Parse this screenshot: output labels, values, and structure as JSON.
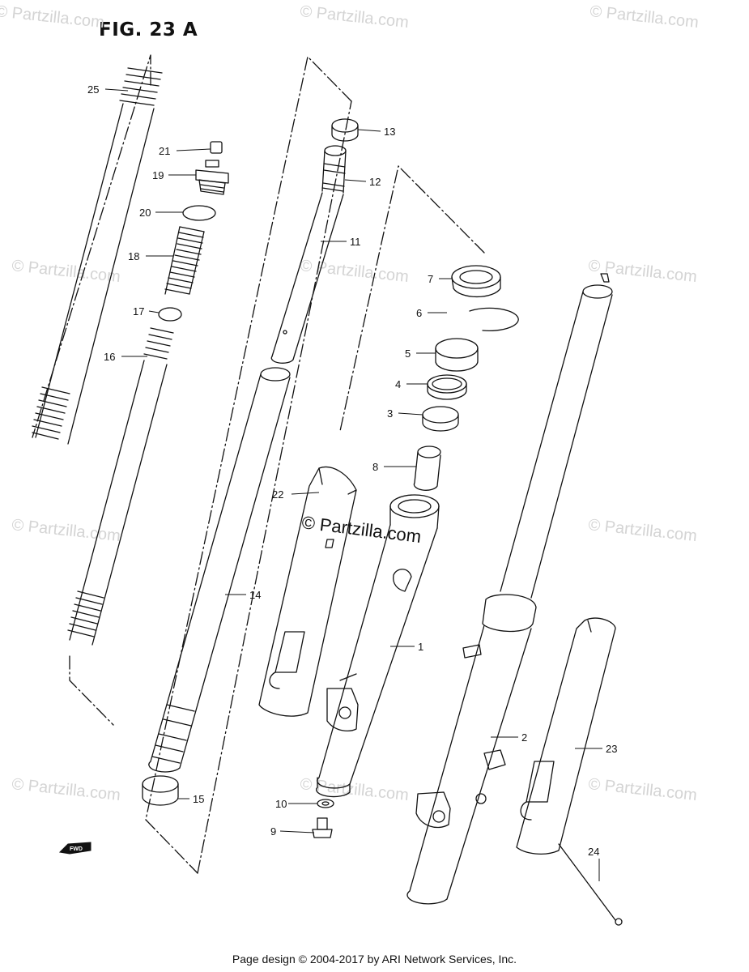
{
  "figure": {
    "title": "FIG. 23 A"
  },
  "footer": {
    "text": "Page design © 2004-2017 by ARI Network Services, Inc."
  },
  "watermark": {
    "text": "© Partzilla.com",
    "color": "#d4d4d4"
  },
  "fwd_badge": {
    "text": "FWD"
  },
  "parts": [
    "1",
    "2",
    "3",
    "4",
    "5",
    "6",
    "7",
    "8",
    "9",
    "10",
    "11",
    "12",
    "13",
    "14",
    "15",
    "16",
    "17",
    "18",
    "19",
    "20",
    "21",
    "22",
    "23",
    "24",
    "25"
  ]
}
